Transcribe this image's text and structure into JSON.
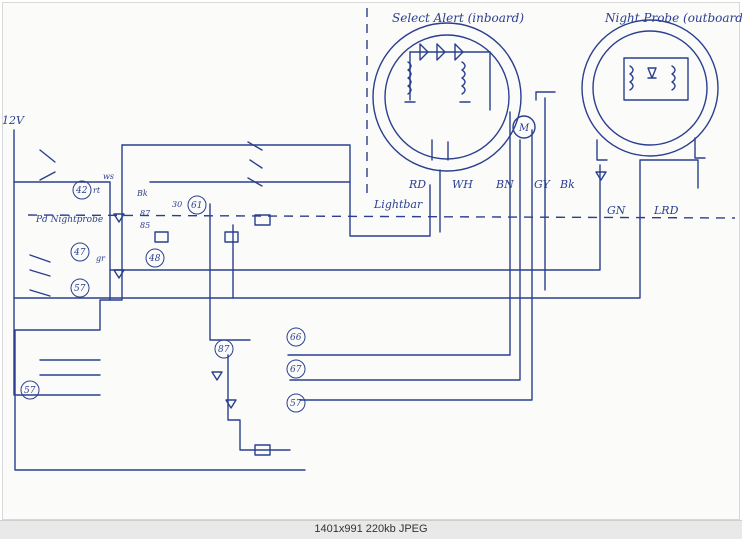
{
  "labels": {
    "select_alert": "Select Alert (inboard)",
    "night_probe": "Night Probe (outboard)",
    "supply": "12V",
    "pd_nightprobe": "Pd Nightprobe",
    "light_bar": "Lightbar",
    "rd": "RD",
    "wh": "WH",
    "bn": "BN",
    "gy": "GY",
    "bk": "Bk",
    "gn": "GN",
    "lrd": "LRD",
    "motor": "M",
    "ws": "ws",
    "rt": "rt",
    "gr": "gr",
    "bk_pin": "Bk",
    "pin_30": "30",
    "pin_87": "87",
    "pin_85": "85"
  },
  "relays": [
    "42",
    "47",
    "57",
    "61",
    "48",
    "57",
    "87",
    "66",
    "67",
    "57"
  ],
  "footer": {
    "caption": "1401x991  220kb  JPEG"
  }
}
